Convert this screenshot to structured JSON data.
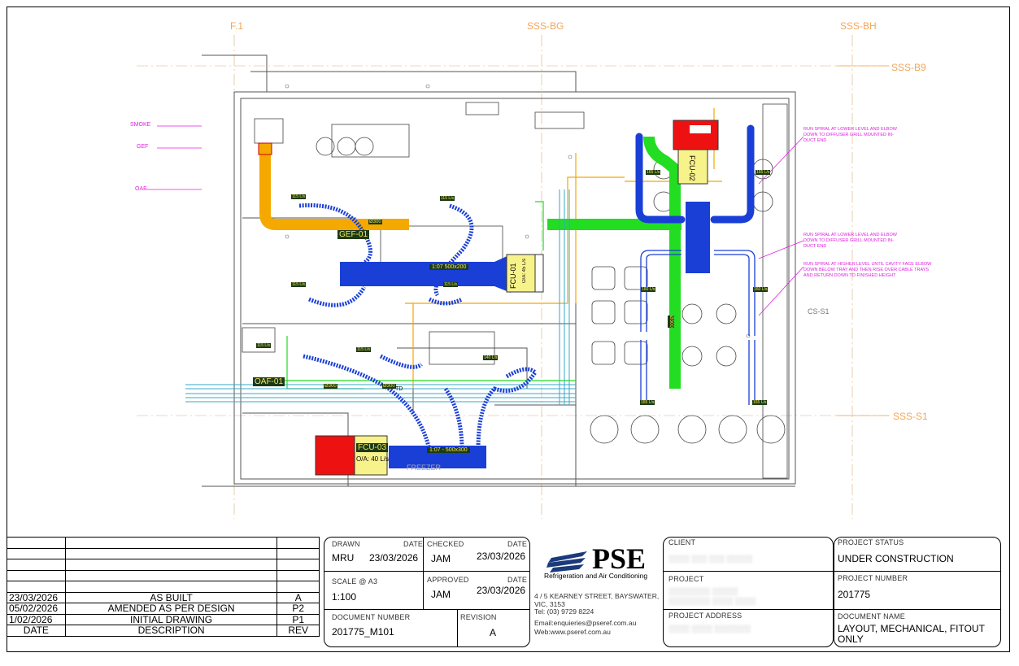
{
  "drawing": {
    "grid_labels": {
      "f1": "F.1",
      "sss_bg": "SSS-BG",
      "sss_bh": "SSS-BH",
      "sss_b9": "SSS-B9",
      "sss_s1": "SSS-S1",
      "cs_s1": "CS-S1"
    },
    "side_labels": {
      "smoke": "SMOKE",
      "gef": "GEF",
      "oaf": "OAF"
    },
    "equipment": {
      "fcu01": "FCU-01",
      "fcu01_oa": "O/A: 45 L/s",
      "fcu02": "FCU-02",
      "fcu03": "FCU-03",
      "fcu03_oa": "O/A: 40 L/s",
      "gef01": "GEF-01",
      "oaf01": "OAF-01"
    },
    "duct_labels": {
      "d1": "1:07 500x200",
      "d2": "1:07 - 500x300",
      "d3": "Ø300",
      "d4": "Ø300",
      "d5": "Ø300",
      "d6": "Ø300",
      "td": "TD",
      "freezer": "FREEZER"
    },
    "flow_labels": [
      "115 L/s",
      "115 L/s",
      "115 L/s",
      "115 L/s",
      "115 L/s",
      "140 L/s",
      "165 L/s",
      "165 L/s",
      "165 L/s",
      "165 L/s",
      "160 L/s",
      "160 L/s",
      "115 L/s"
    ],
    "notes": {
      "n1": "RUN SPIRAL AT LOWER LEVEL AND ELBOW DOWN TO DIFFUSER GRILL MOUNTED IN-DUCT END",
      "n2": "RUN SPIRAL AT LOWER LEVEL AND ELBOW DOWN TO DIFFUSER GRILL MOUNTED IN-DUCT END",
      "n3": "RUN SPIRAL AT HIGHER LEVEL UNTIL CAVITY FACE ELBOW DOWN BELOW TRAY AND THEN RISE OVER CABLE TRAYS AND RETURN DOWN TO FINISHED HEIGHT"
    }
  },
  "revisions": {
    "header": {
      "date": "DATE",
      "description": "DESCRIPTION",
      "rev": "REV"
    },
    "rows": [
      {
        "date": "23/03/2026",
        "description": "AS BUILT",
        "rev": "A"
      },
      {
        "date": "05/02/2026",
        "description": "AMENDED AS PER DESIGN",
        "rev": "P2"
      },
      {
        "date": "1/02/2026",
        "description": "INITIAL DRAWING",
        "rev": "P1"
      }
    ]
  },
  "title_block": {
    "drawn_caption": "DRAWN",
    "drawn_value": "MRU",
    "drawn_date_caption": "DATE",
    "drawn_date": "23/03/2026",
    "checked_caption": "CHECKED",
    "checked_value": "JAM",
    "checked_date_caption": "DATE",
    "checked_date": "23/03/2026",
    "scale_caption": "SCALE @ A3",
    "scale_value": "1:100",
    "approved_caption": "APPROVED",
    "approved_value": "JAM",
    "approved_date_caption": "DATE",
    "approved_date": "23/03/2026",
    "docnum_caption": "DOCUMENT NUMBER",
    "docnum_value": "201775_M101",
    "revision_caption": "REVISION",
    "revision_value": "A",
    "company_logo_text": "PSE",
    "company_sub": "Refrigeration and Air Conditioning",
    "address_line1": "4 / 5 KEARNEY STREET, BAYSWATER,",
    "address_line2": "VIC, 3153",
    "tel": "Tel: (03) 9729 8224",
    "email": "Email:enquieries@pseref.com.au",
    "web": "Web:www.pseref.com.au",
    "client_caption": "CLIENT",
    "project_caption": "PROJECT",
    "project_address_caption": "PROJECT ADDRESS",
    "status_caption": "PROJECT STATUS",
    "status_value": "UNDER CONSTRUCTION",
    "project_number_caption": "PROJECT NUMBER",
    "project_number_value": "201775",
    "document_name_caption": "DOCUMENT NAME",
    "document_name_line1": "LAYOUT, MECHANICAL, FITOUT",
    "document_name_line2": "ONLY"
  },
  "colors": {
    "supply_duct": "#1a3fd6",
    "exhaust_duct": "#f5a800",
    "outside_air": "#22dd22",
    "unit_red": "#ee1111",
    "unit_yellow": "#f7f28a",
    "note_magenta": "#e020e0",
    "grid": "#f2a65a",
    "label_bg": "#1c3a17"
  }
}
